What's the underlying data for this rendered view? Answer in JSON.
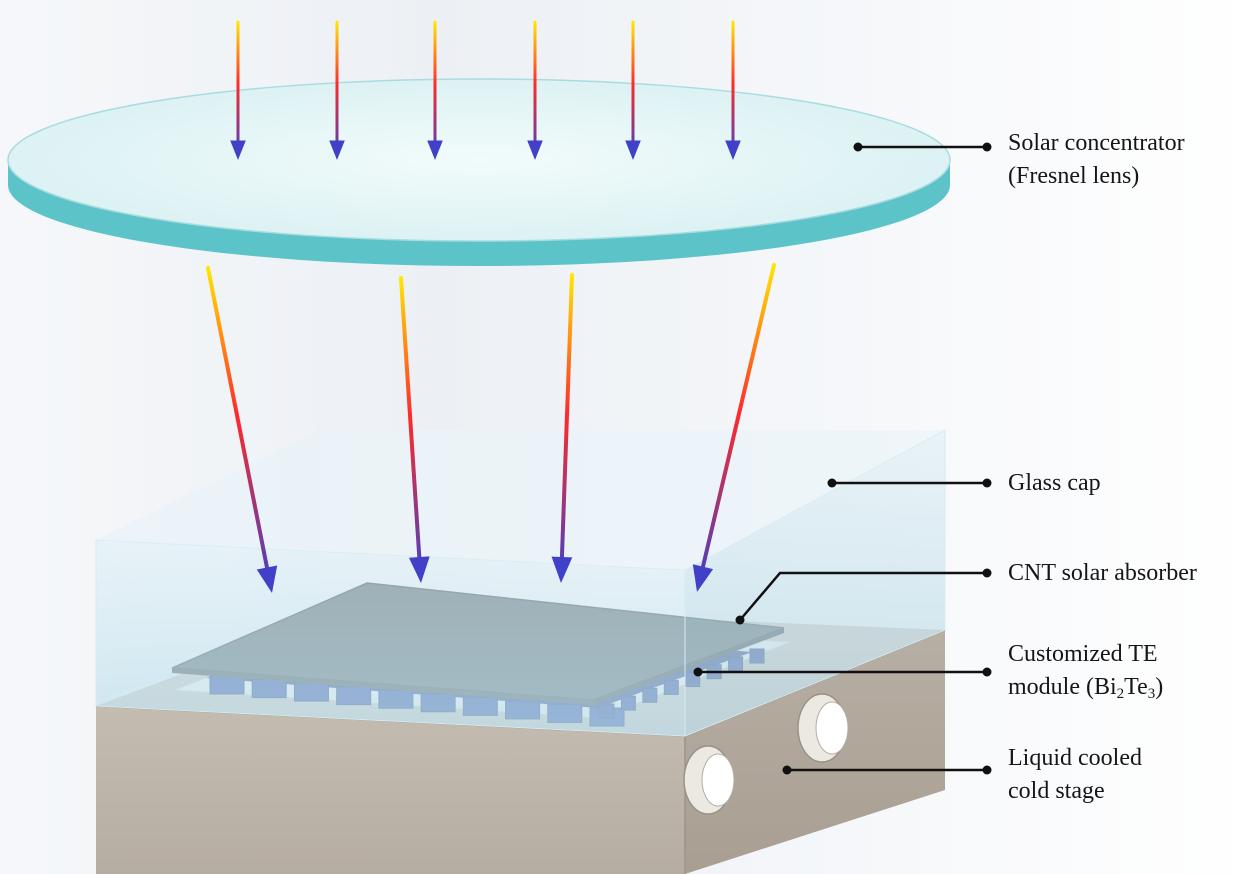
{
  "labels": {
    "concentrator": {
      "line1": "Solar concentrator",
      "line2": "(Fresnel lens)"
    },
    "glass_cap": {
      "line1": "Glass cap"
    },
    "absorber": {
      "line1": "CNT solar absorber"
    },
    "te_module": {
      "line1": "Customized TE",
      "line2_prefix": "module (Bi",
      "sub1": "2",
      "mid": "Te",
      "sub2": "3",
      "suffix": ")"
    },
    "cold_stage": {
      "line1": "Liquid cooled",
      "line2": "cold stage"
    }
  },
  "colors": {
    "ray_top": "#ffe600",
    "ray_mid": "#ff2a2a",
    "ray_bottom": "#4040c8",
    "lens_edge": "#5cc4c8",
    "absorber": "#46545a",
    "te_legs": "#1e3a9a",
    "stage": "#bdb5aa"
  }
}
